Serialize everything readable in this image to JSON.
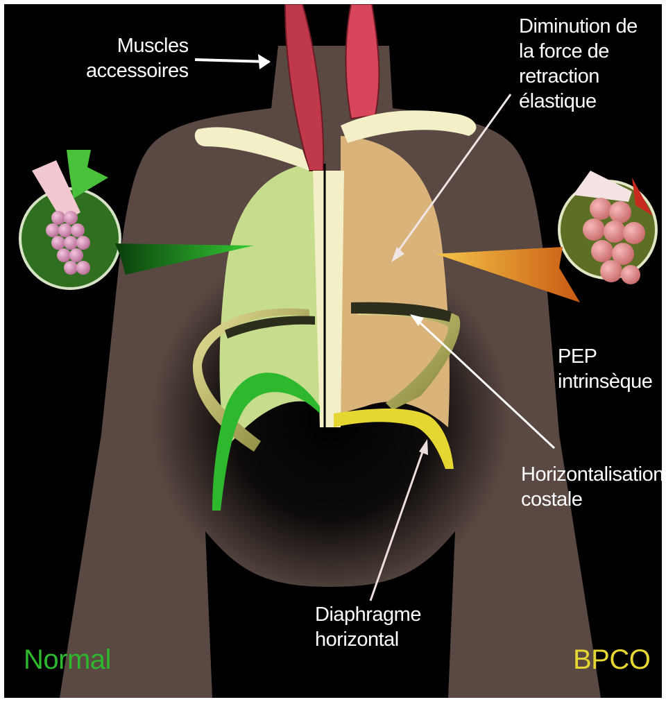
{
  "labels": {
    "muscles": "Muscles\naccessoires",
    "elastic": "Diminution de\nla force de\nretraction\nélastique",
    "pep": "PEP\nintrinsèque",
    "costal": "Horizontalisation\ncostale",
    "diaphragm": "Diaphragme\nhorizontal",
    "normal": "Normal",
    "bpco": "BPCO"
  },
  "colors": {
    "background": "#000000",
    "body": "#5a4943",
    "normal_lung": "#c7dd8e",
    "bpco_lung": "#d9b37a",
    "normal_accent": "#2eb82e",
    "bpco_accent": "#e5d632",
    "muscle": "#c0394b",
    "bone": "#f3efc6",
    "label": "#ffffff"
  }
}
